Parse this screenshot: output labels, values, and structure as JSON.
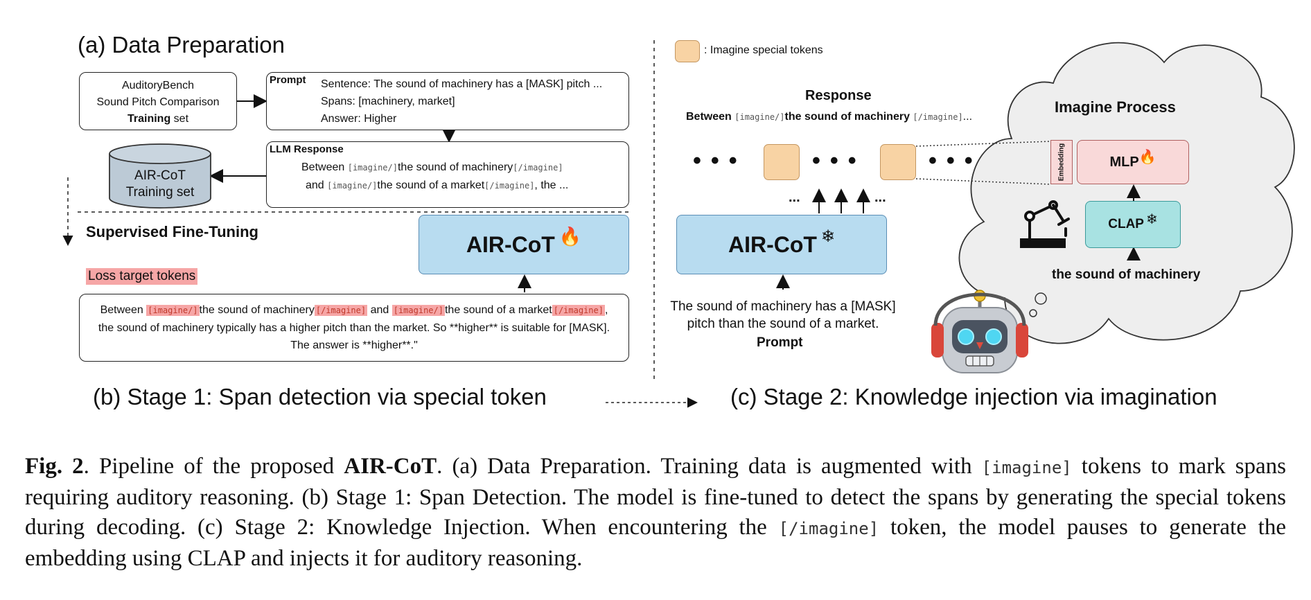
{
  "panel_a": {
    "title": "(a) Data Preparation",
    "source_box": {
      "line1": "AuditoryBench",
      "line2": "Sound Pitch Comparison",
      "line3_bold": "Training",
      "line3_rest": "set"
    },
    "prompt_box": {
      "label": "Prompt",
      "sentence": "Sentence: The sound of machinery has a [MASK] pitch ...",
      "spans": "Spans: [machinery, market]",
      "answer": "Answer: Higher"
    },
    "llm_box": {
      "label": "LLM Response",
      "l1_pre": "Between",
      "tok_open": "[imagine/]",
      "l1_mid": "the sound of machinery",
      "tok_close": "[/imagine]",
      "l2_pre": "and",
      "l2_mid": "the sound of a market",
      "l2_post": ", the ..."
    },
    "db": {
      "line1": "AIR-CoT",
      "line2": "Training set"
    }
  },
  "panel_b": {
    "sft_label": "Supervised Fine-Tuning",
    "loss_label": "Loss target tokens",
    "model": "AIR-CoT",
    "target_box": {
      "s1": "Between",
      "t1": "[imagine/]",
      "s2": "the sound of machinery",
      "t2": "[/imagine]",
      "s3": "and",
      "t3": "[imagine/]",
      "s4": "the sound of a market",
      "t4": "[/imagine]",
      "s5": ",",
      "line2": "the sound of machinery typically has a higher pitch than the market. So **higher** is suitable for [MASK].",
      "line3": "The answer is **higher**.\""
    },
    "stage_title": "(b) Stage 1: Span detection via special token"
  },
  "panel_c": {
    "legend": ": Imagine special tokens",
    "response_label": "Response",
    "response_pre": "Between",
    "response_tok_open": "[imagine/]",
    "response_mid": "the sound of machinery",
    "response_tok_close": "[/imagine]",
    "response_post": "...",
    "model": "AIR-CoT",
    "ellipsis": "...",
    "prompt_text_l1": "The sound of machinery has a [MASK]",
    "prompt_text_l2": "pitch than the sound of a market.",
    "prompt_label": "Prompt",
    "imagine_title": "Imagine Process",
    "embedding_label": "Embedding",
    "mlp": "MLP",
    "clap": "CLAP",
    "sound_label": "the sound of machinery",
    "stage_title": "(c) Stage 2: Knowledge injection via imagination"
  },
  "caption": {
    "fig": "Fig. 2",
    "p1": ". Pipeline of the proposed ",
    "name": "AIR-CoT",
    "p2": ". (a) Data Preparation. Training data is augmented with ",
    "tok1": "[imagine]",
    "p3": " tokens to mark spans requiring auditory reasoning. (b) Stage 1: Span Detection. The model is fine-tuned to detect the spans by generating the special tokens during decoding. (c) Stage 2: Knowledge Injection. When encountering the ",
    "tok2": "[/imagine]",
    "p4": " token, the model pauses to generate the embedding using CLAP and injects it for auditory reasoning."
  },
  "icons": [
    "fire-icon",
    "snowflake-icon",
    "robot-arm-icon",
    "robot-head-icon",
    "database-icon"
  ],
  "colors": {
    "model_fill": "#b8dcf0",
    "token_fill": "#f8d3a4",
    "mlp_fill": "#f9d9d9",
    "clap_fill": "#a8e2e2",
    "loss_highlight": "#f6a6a6",
    "cloud_fill": "#eeeeee"
  }
}
